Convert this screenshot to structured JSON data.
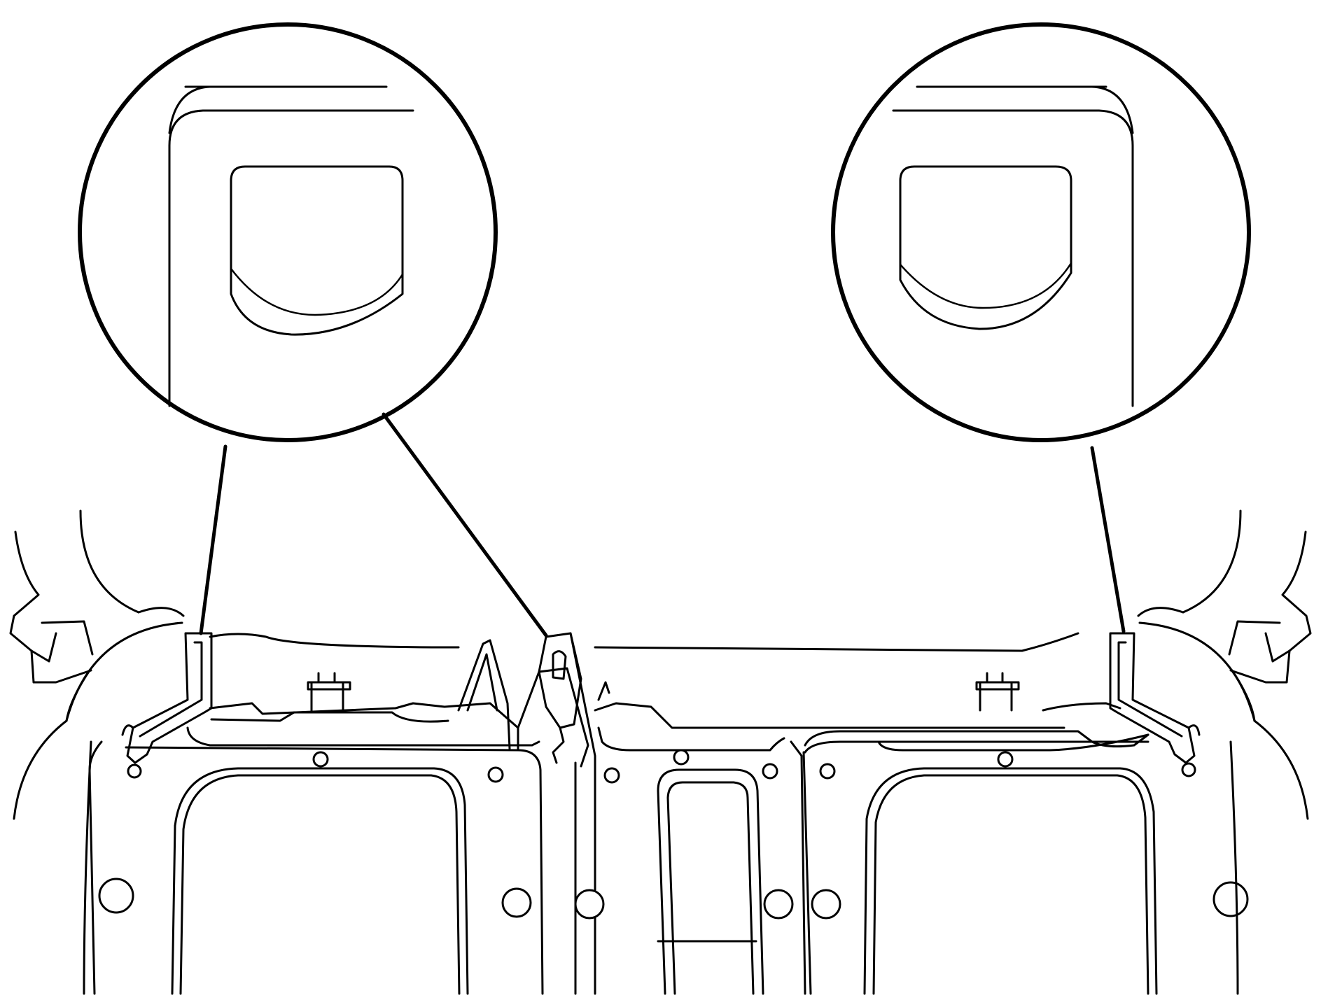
{
  "diagram": {
    "style": "black line art on white background",
    "colors": {
      "stroke": "#000000",
      "background": "#ffffff"
    },
    "callouts": [
      {
        "id": "left-detail",
        "leads_to": [
          "left-hinge",
          "center-latch"
        ]
      },
      {
        "id": "right-detail",
        "leads_to": [
          "right-hinge"
        ]
      }
    ]
  }
}
